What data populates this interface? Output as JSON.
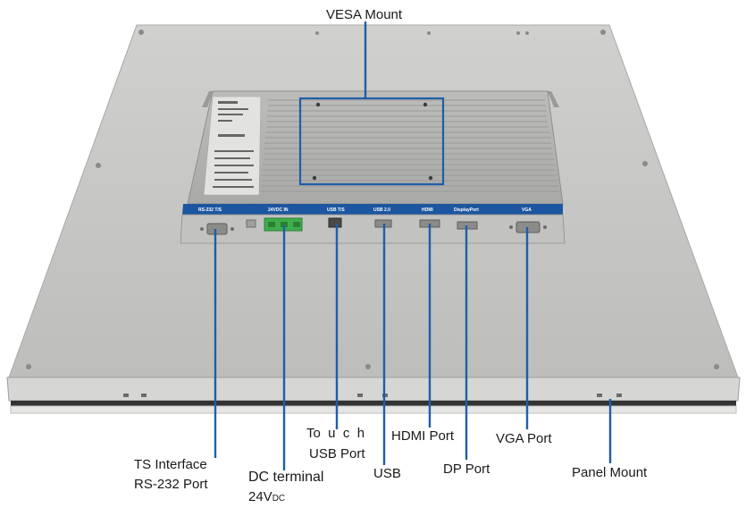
{
  "labels": {
    "vesa_mount": "VESA Mount",
    "ts_interface": "TS Interface",
    "rs232_port": "RS-232 Port",
    "dc_terminal": "DC terminal",
    "dc_voltage": "24V",
    "dc_voltage_sub": "DC",
    "touch": "To  u  c  h",
    "touch_usb_port": "USB Port",
    "usb": "USB",
    "hdmi_port": "HDMI Port",
    "dp_port": "DP Port",
    "vga_port": "VGA Port",
    "panel_mount": "Panel Mount"
  },
  "port_strip": {
    "rs232": "RS-232 T/S",
    "dc": "24VDC IN",
    "usb_ts": "USB T/S",
    "usb2": "USB 2.0",
    "hdmi": "HDMI",
    "displayport": "DisplayPort",
    "vga": "VGA"
  },
  "colors": {
    "callout_line": "#1f5ea8",
    "panel": "#c9c9c7",
    "box": "#b5b5b3",
    "port_strip": "#1d56a0",
    "terminal": "#3fae4a"
  }
}
